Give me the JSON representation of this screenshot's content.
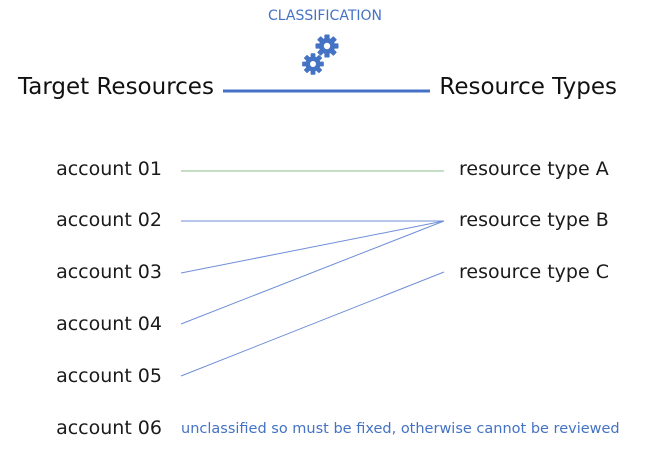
{
  "header": {
    "classification_label": "CLASSIFICATION",
    "icon": "gears-icon",
    "left_heading": "Target Resources",
    "right_heading": "Resource Types"
  },
  "accounts": [
    "account 01",
    "account 02",
    "account 03",
    "account 04",
    "account 05",
    "account 06"
  ],
  "resource_types": [
    "resource type A",
    "resource type B",
    "resource type C"
  ],
  "mappings": [
    {
      "from": "account 01",
      "to": "resource type A"
    },
    {
      "from": "account 02",
      "to": "resource type B"
    },
    {
      "from": "account 03",
      "to": "resource type B"
    },
    {
      "from": "account 04",
      "to": "resource type B"
    },
    {
      "from": "account 05",
      "to": "resource type C"
    }
  ],
  "unclassified_note": "unclassified so must be fixed, otherwise cannot be reviewed",
  "colors": {
    "accent": "#4472c4",
    "link_line": "#6f8fd8",
    "first_link_line": "#8bbf8b",
    "text": "#111111"
  }
}
